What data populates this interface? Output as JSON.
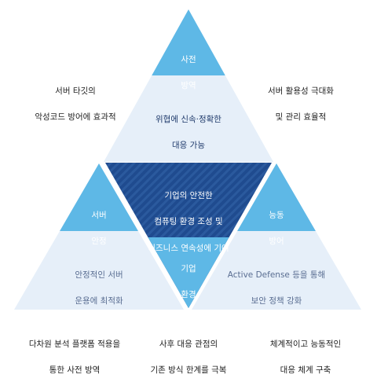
{
  "colors": {
    "pale_fill": "#e6eff9",
    "strip_fill": "#5eb8e6",
    "center_fill": "#1f4b8f",
    "center_stripe": "#2b5a9e",
    "mid_text": "#1f3a6b",
    "desc_text": "#5a6e92",
    "corner_text": "#222222"
  },
  "corners": {
    "top_left": [
      "서버 타깃의",
      "악성코드 방어에 효과적"
    ],
    "top_right": [
      "서버 활용성 극대화",
      "및 관리 효율적"
    ],
    "bottom_left": [
      "다차원 분석 플랫폼 적용을",
      "통한 사전 방역"
    ],
    "bottom_center": [
      "사후 대응 관점의",
      "기존 방식 한계를 극복"
    ],
    "bottom_right": [
      "체계적이고 능동적인",
      "대응 체계 구축"
    ]
  },
  "top_triangle": {
    "tag": [
      "사전",
      "방역"
    ],
    "text": [
      "위협에 신속·정확한",
      "대응 가능"
    ]
  },
  "left_triangle": {
    "tag": [
      "서버",
      "안정"
    ],
    "text": [
      "안정적인 서버",
      "운용에 최적화"
    ]
  },
  "right_triangle": {
    "tag": [
      "능동",
      "방어"
    ],
    "text": [
      "Active Defense 등을 통해",
      "보안 정책 강화"
    ]
  },
  "center_triangle": {
    "text": [
      "기업의 안전한",
      "컴퓨팅 환경 조성 및",
      "비즈니스 연속성에 기여"
    ],
    "tag": [
      "기업",
      "환경"
    ]
  }
}
